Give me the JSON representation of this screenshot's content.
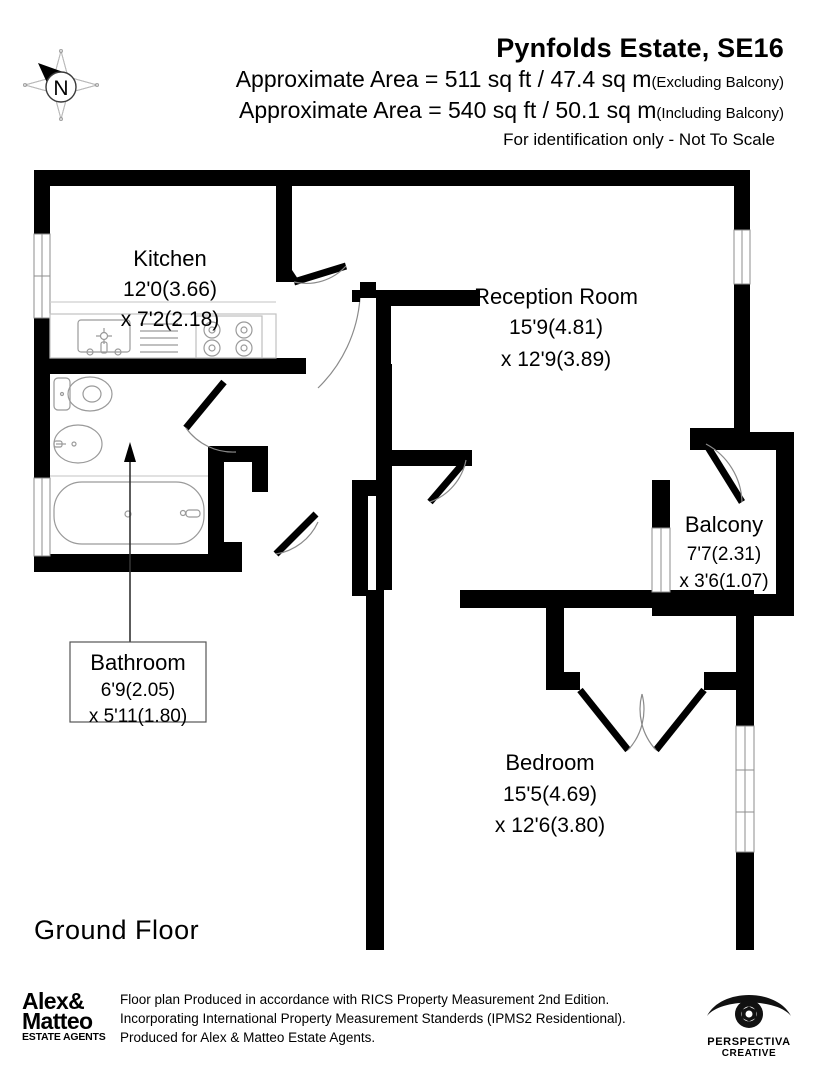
{
  "header": {
    "title": "Pynfolds Estate, SE16",
    "area_excluding": {
      "text": "Approximate Area = 511 sq ft / 47.4 sq m",
      "suffix": "(Excluding Balcony)"
    },
    "area_including": {
      "text": "Approximate Area = 540 sq ft / 50.1 sq m",
      "suffix": "(Including Balcony)"
    },
    "notice": "For identification only - Not To Scale"
  },
  "compass": {
    "label": "N",
    "icon": "compass-north-icon"
  },
  "floor_label": "Ground Floor",
  "rooms": [
    {
      "key": "kitchen",
      "name": "Kitchen",
      "dim1": "12'0(3.66)",
      "dim2": "x 7'2(2.18)"
    },
    {
      "key": "reception",
      "name": "Reception Room",
      "dim1": "15'9(4.81)",
      "dim2": "x 12'9(3.89)"
    },
    {
      "key": "bathroom",
      "name": "Bathroom",
      "dim1": "6'9(2.05)",
      "dim2": "x 5'11(1.80)"
    },
    {
      "key": "balcony",
      "name": "Balcony",
      "dim1": "7'7(2.31)",
      "dim2": "x 3'6(1.07)"
    },
    {
      "key": "bedroom",
      "name": "Bedroom",
      "dim1": "15'5(4.69)",
      "dim2": "x 12'6(3.80)"
    }
  ],
  "fixtures": [
    "sink-icon",
    "drainer-icon",
    "hob-icon",
    "toilet-icon",
    "basin-icon",
    "bathtub-icon"
  ],
  "footer": {
    "logo_left": {
      "line1": "Alex&",
      "line2": "Matteo",
      "line3": "ESTATE AGENTS"
    },
    "disclaimer": [
      "Floor plan Produced in accordance with RICS Property Measurement 2nd Edition.",
      "Incorporating International Property Measurement Standerds (IPMS2  Residentional).",
      "Produced for Alex & Matteo Estate Agents."
    ],
    "logo_right": {
      "icon": "eye-aperture-icon",
      "line1": "PERSPECTIVA",
      "line2": "CREATIVE"
    }
  },
  "colors": {
    "wall": "#000000",
    "background": "#ffffff",
    "fixture_line": "#9a9a9a",
    "door_arc": "#8a8a8a"
  }
}
